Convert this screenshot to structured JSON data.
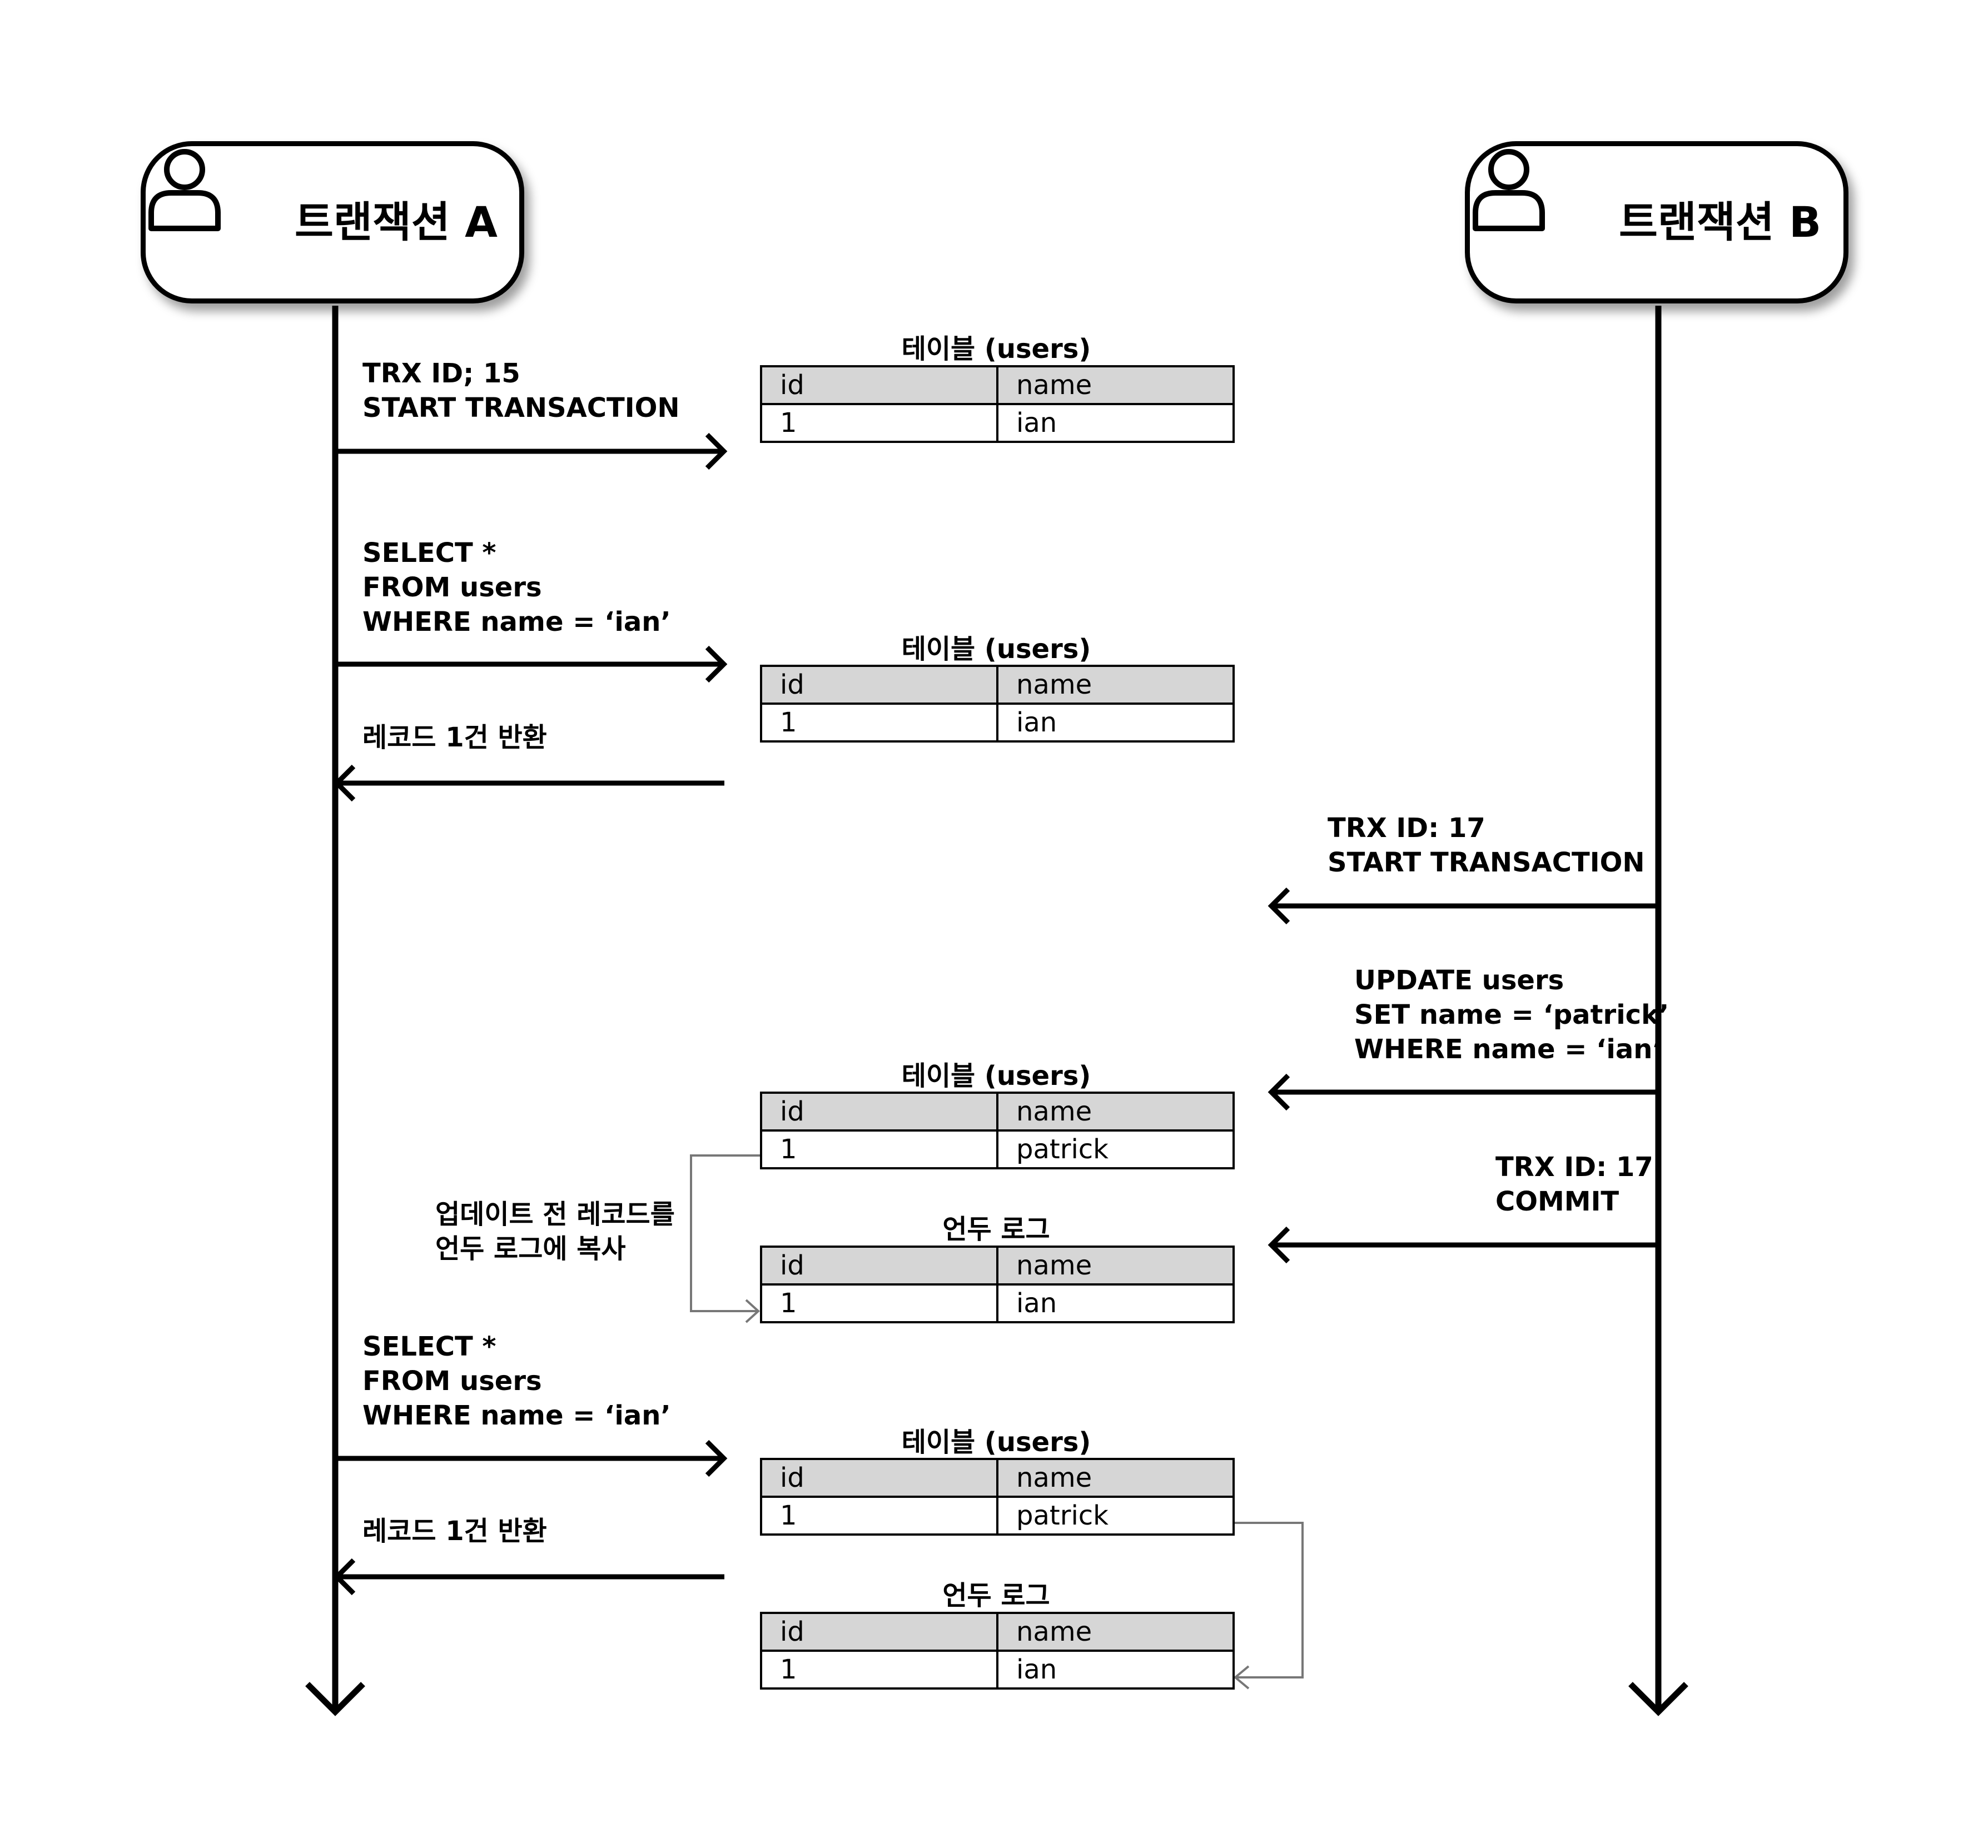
{
  "actors": {
    "a": {
      "title": "트랜잭션 A",
      "icon": "user-icon"
    },
    "b": {
      "title": "트랜잭션 B",
      "icon": "user-icon"
    }
  },
  "messages": {
    "a_start": "TRX ID; 15\nSTART TRANSACTION",
    "a_select1": "SELECT *\nFROM users\nWHERE name = ‘ian’",
    "a_result1": "레코드 1건 반환",
    "b_start": "TRX ID: 17\nSTART TRANSACTION",
    "b_update": "UPDATE users\nSET name = ‘patrick’\nWHERE name = ‘ian’",
    "b_commit": "TRX ID: 17\nCOMMIT",
    "undo_copy": "업데이트 전 레코드를\n언두 로그에 복사",
    "a_select2": "SELECT *\nFROM users\nWHERE name = ‘ian’",
    "a_result2": "레코드 1건 반환"
  },
  "tables": {
    "t1": {
      "caption": "테이블 (users)",
      "headers": [
        "id",
        "name"
      ],
      "row": [
        "1",
        "ian"
      ]
    },
    "t2": {
      "caption": "테이블 (users)",
      "headers": [
        "id",
        "name"
      ],
      "row": [
        "1",
        "ian"
      ]
    },
    "t3": {
      "caption": "테이블 (users)",
      "headers": [
        "id",
        "name"
      ],
      "row": [
        "1",
        "patrick"
      ]
    },
    "u1": {
      "caption": "언두 로그",
      "headers": [
        "id",
        "name"
      ],
      "row": [
        "1",
        "ian"
      ]
    },
    "t4": {
      "caption": "테이블 (users)",
      "headers": [
        "id",
        "name"
      ],
      "row": [
        "1",
        "patrick"
      ]
    },
    "u2": {
      "caption": "언두 로그",
      "headers": [
        "id",
        "name"
      ],
      "row": [
        "1",
        "ian"
      ]
    }
  },
  "colors": {
    "line": "#000000",
    "connector": "#777777",
    "header_fill": "#d6d6d6"
  }
}
